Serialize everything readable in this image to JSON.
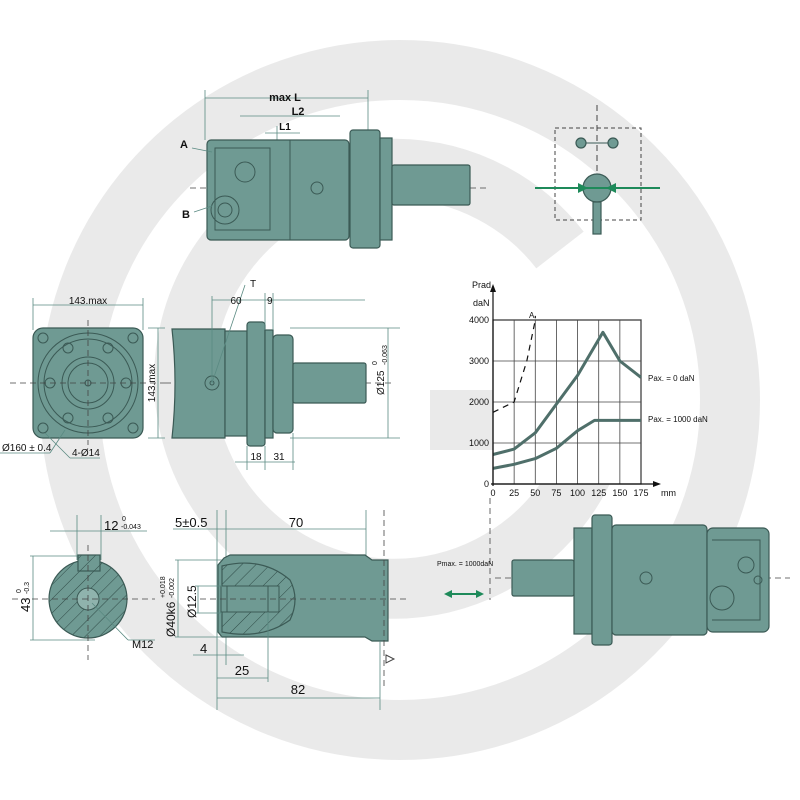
{
  "top_view": {
    "dims": {
      "max_l": "max  L",
      "l2": "L2",
      "l1": "L1"
    },
    "ports": {
      "a": "A",
      "b": "B"
    }
  },
  "front_view": {
    "width": "143.max",
    "height": "143.max",
    "bolt_circle": "Ø160 ± 0.4",
    "holes": "4-Ø14"
  },
  "side_view": {
    "t_label": "T",
    "d60": "60",
    "d9": "9",
    "d18": "18",
    "d31": "31",
    "pilot_main": "Ø125",
    "pilot_tol_upper": "0",
    "pilot_tol_lower": "-0.063"
  },
  "shaft_section": {
    "key_width": "12",
    "key_tol_upper": "0",
    "key_tol_lower": "-0.043",
    "height": "43",
    "height_tol_upper": "0",
    "height_tol_lower": "-0.3",
    "thread": "M12"
  },
  "shaft_side": {
    "offset": "5±0.5",
    "length_70": "70",
    "dia_main": "Ø40k6",
    "dia_tol_upper": "+0.018",
    "dia_tol_lower": "-0.002",
    "bore": "Ø12.5",
    "d4": "4",
    "d25": "25",
    "d82": "82"
  },
  "bottom_motor": {
    "load_label": "Pmax. = 1000daN"
  },
  "colors": {
    "body": "#6f9a93",
    "outline": "#3b5a55",
    "dimension": "#5a8a82",
    "arrow": "#1e8a5a"
  },
  "chart_data": {
    "type": "line",
    "ylabel_top": "Prad",
    "ylabel_unit": "daN",
    "xlabel": "mm",
    "xlim": [
      0,
      175
    ],
    "ylim": [
      0,
      4000
    ],
    "x_ticks": [
      "0",
      "25",
      "50",
      "75",
      "100",
      "125",
      "150",
      "175"
    ],
    "y_ticks": [
      "0",
      "1000",
      "2000",
      "3000",
      "4000"
    ],
    "grid": true,
    "series": [
      {
        "name": "Pax. = 0  daN",
        "style": "solid",
        "points": [
          [
            0,
            720
          ],
          [
            25,
            850
          ],
          [
            50,
            1250
          ],
          [
            75,
            1950
          ],
          [
            100,
            2650
          ],
          [
            130,
            3700
          ],
          [
            150,
            3000
          ],
          [
            175,
            2600
          ]
        ]
      },
      {
        "name": "Pax. = 1000  daN",
        "style": "solid",
        "points": [
          [
            0,
            380
          ],
          [
            25,
            480
          ],
          [
            50,
            620
          ],
          [
            75,
            870
          ],
          [
            100,
            1300
          ],
          [
            120,
            1550
          ],
          [
            175,
            1550
          ]
        ]
      },
      {
        "name": "A",
        "style": "dashed",
        "points": [
          [
            0,
            1750
          ],
          [
            25,
            2000
          ],
          [
            40,
            3000
          ],
          [
            50,
            4000
          ],
          [
            50,
            4100
          ]
        ]
      }
    ]
  }
}
